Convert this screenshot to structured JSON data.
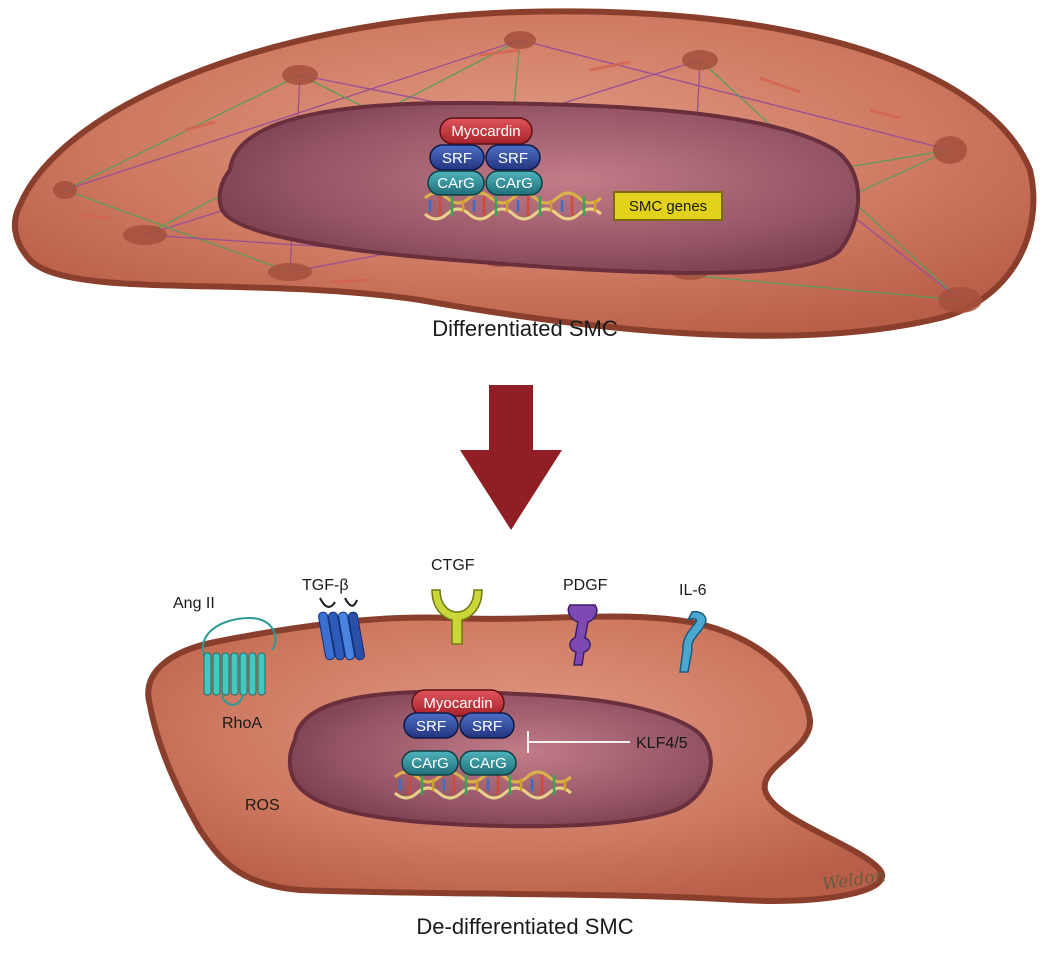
{
  "top_cell": {
    "caption": "Differentiated SMC",
    "myocardin": "Myocardin",
    "srf": [
      "SRF",
      "SRF"
    ],
    "carg": [
      "CArG",
      "CArG"
    ],
    "gene_label": "SMC genes"
  },
  "bottom_cell": {
    "caption": "De-differentiated SMC",
    "myocardin": "Myocardin",
    "srf": [
      "SRF",
      "SRF"
    ],
    "carg": [
      "CArG",
      "CArG"
    ],
    "inhibitor": "KLF4/5",
    "rhoa": "RhoA",
    "ros": "ROS",
    "receptors": [
      {
        "label": "Ang II",
        "icon": "seven-tm-receptor-icon"
      },
      {
        "label": "TGF-β",
        "icon": "tgf-beta-receptor-icon"
      },
      {
        "label": "CTGF",
        "icon": "ctgf-receptor-icon"
      },
      {
        "label": "PDGF",
        "icon": "pdgf-receptor-icon"
      },
      {
        "label": "IL-6",
        "icon": "il6-receptor-icon"
      }
    ]
  },
  "signature": "Weldon",
  "colors": {
    "cell_fill": "#c9705a",
    "cell_border": "#8a3f2c",
    "nucleus": "#8e4f5c",
    "myocardin": "#c8333b",
    "srf": "#2f4ea3",
    "carg": "#2c8f9a",
    "gene_box": "#e3d21c",
    "arrow": "#8f1f24"
  }
}
